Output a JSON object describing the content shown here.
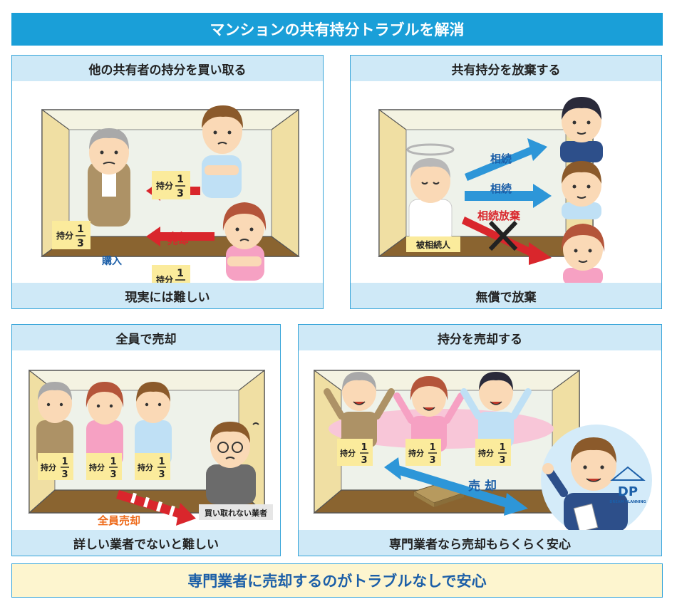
{
  "title": "マンションの共有持分トラブルを解消",
  "share_label": "持分",
  "fraction": {
    "numerator": "1",
    "denominator": "3"
  },
  "panels": {
    "buy": {
      "heading": "他の共有者の持分を買い取る",
      "footer": "現実には難しい",
      "sell_label_1": "売却",
      "sell_label_2": "売却",
      "purchase_label": "購入"
    },
    "abandon": {
      "heading": "共有持分を放棄する",
      "footer": "無償で放棄",
      "inherit_1": "相続",
      "inherit_2": "相続",
      "renounce": "相続放棄",
      "decedent": "被相続人"
    },
    "all_sell": {
      "heading": "全員で売却",
      "footer": "詳しい業者でないと難しい",
      "arrow_label": "全員売却",
      "dealer_label": "買い取れない業者"
    },
    "share_sell": {
      "heading": "持分を売却する",
      "footer": "専門業者なら売却もらくらく安心",
      "arrow_label": "売 却",
      "logo_main": "DP",
      "logo_sub": "DREAM PLANNING"
    }
  },
  "conclusion": "専門業者に売却するのがトラブルなしで安心",
  "colors": {
    "title_bg": "#1a9fd8",
    "panel_border": "#35a4d9",
    "panel_band": "#cfe9f7",
    "red_arrow": "#d9262c",
    "blue_arrow": "#2d96d8",
    "orange_text": "#ee6a1a",
    "conclusion_bg": "#fdf5cf",
    "conclusion_text": "#1c5fa8"
  }
}
